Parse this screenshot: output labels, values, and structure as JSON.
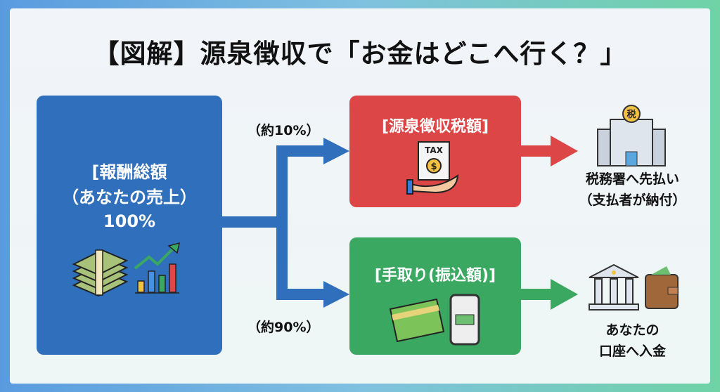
{
  "title": "【図解】源泉徴収で「お金はどこへ行く？」",
  "gross": {
    "line1": "[報酬総額",
    "line2": "（あなたの売上）",
    "line3": "100%"
  },
  "split_labels": {
    "tax": "（約10%）",
    "net": "（約90%）"
  },
  "tax_box": {
    "title": "[源泉徴収税額]",
    "icon_text": "TAX"
  },
  "net_box": {
    "title": "[手取り(振込額)]"
  },
  "tax_dest": {
    "icon_text": "税",
    "line1": "税務署へ先払い",
    "line2": "（支払者が納付）"
  },
  "net_dest": {
    "line1": "あなたの",
    "line2": "口座へ入金"
  },
  "colors": {
    "blue": "#2f6fbb",
    "red": "#dc4646",
    "green": "#3ba862"
  }
}
